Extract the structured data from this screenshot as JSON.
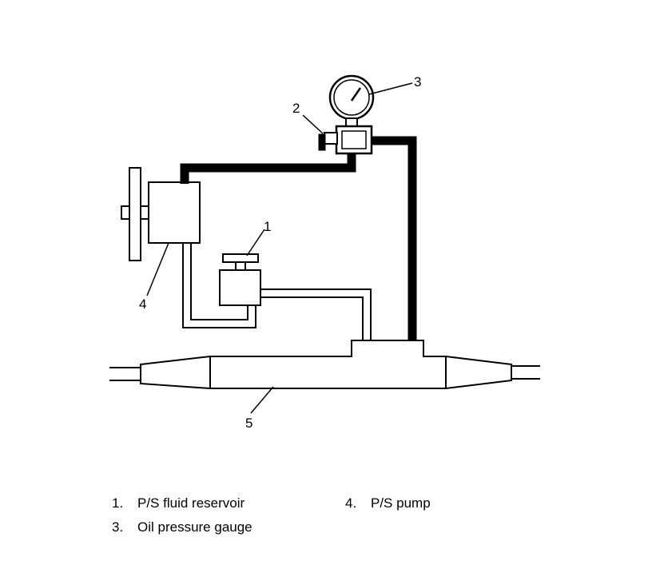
{
  "callouts": {
    "reservoir": "1",
    "valve": "2",
    "gauge": "3",
    "pump": "4",
    "gear": "5"
  },
  "legend": {
    "item1": {
      "num": "1.",
      "label": "P/S fluid reservoir"
    },
    "item3": {
      "num": "3.",
      "label": "Oil pressure gauge"
    },
    "item4": {
      "num": "4.",
      "label": "P/S pump"
    }
  }
}
